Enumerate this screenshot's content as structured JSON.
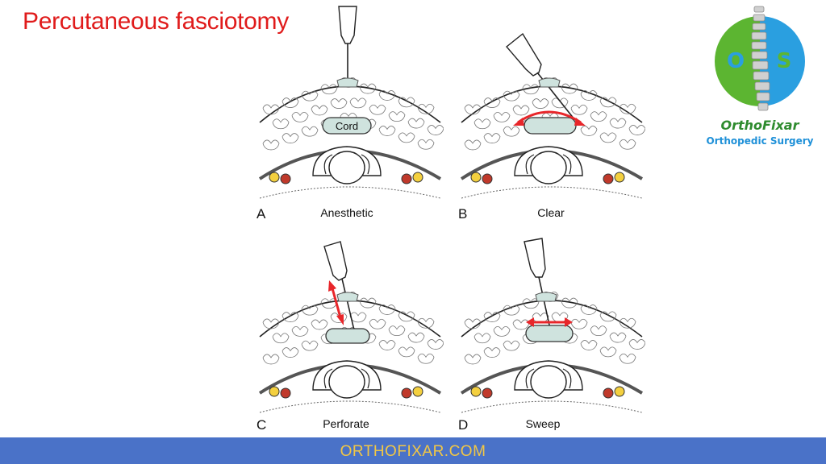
{
  "slide": {
    "title": "Percutaneous fasciotomy",
    "footer": "ORTHOFIXAR.COM"
  },
  "logo": {
    "name": "OrthoFixar",
    "tagline": "Orthopedic Surgery",
    "left_letter": "O",
    "right_letter": "S",
    "colors": {
      "green": "#5cb531",
      "blue": "#2a9fe0",
      "brand_green": "#2e8b2e"
    }
  },
  "diagram": {
    "cord_label": "Cord",
    "panels": [
      {
        "letter": "A",
        "caption": "Anesthetic"
      },
      {
        "letter": "B",
        "caption": "Clear"
      },
      {
        "letter": "C",
        "caption": "Perforate"
      },
      {
        "letter": "D",
        "caption": "Sweep"
      }
    ],
    "colors": {
      "tissue_fill": "#cfe3de",
      "arrow": "#e8262a",
      "nerve_yellow": "#f4d03f",
      "vessel_red": "#c0392b"
    }
  }
}
